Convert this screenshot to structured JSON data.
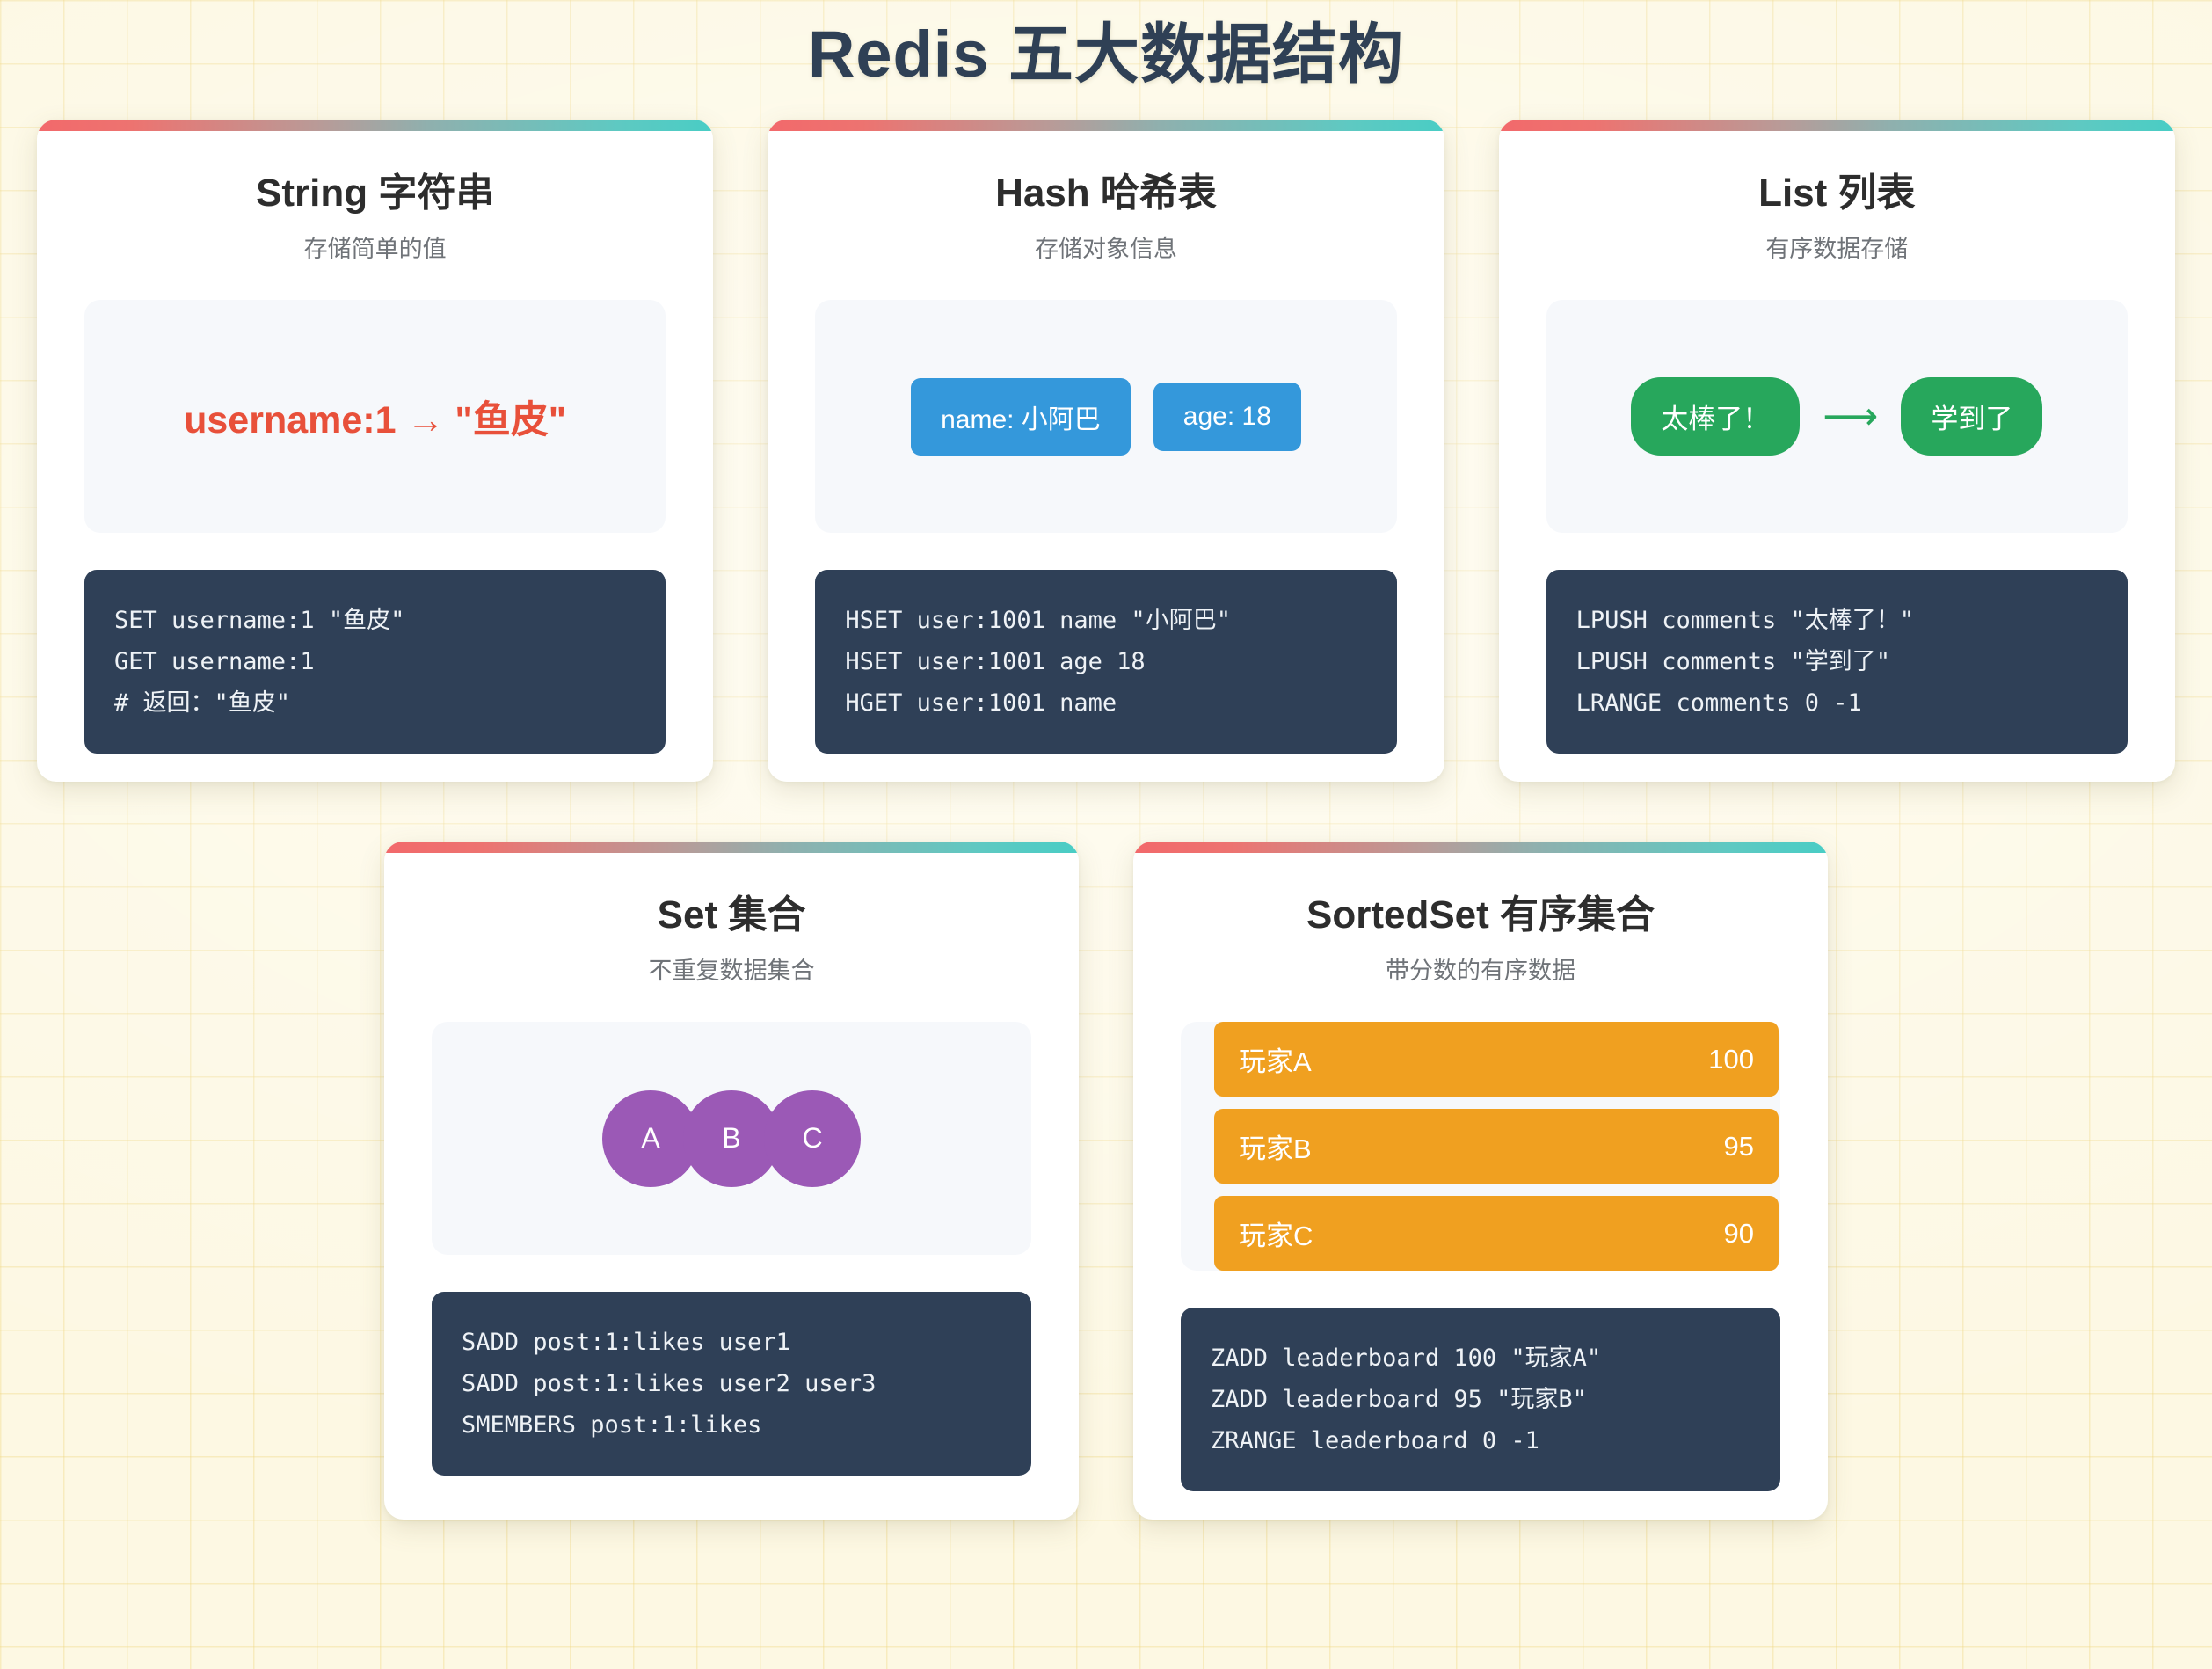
{
  "page": {
    "title": "Redis 五大数据结构",
    "accent_start": "#f2696b",
    "accent_end": "#4ecdc4",
    "background": "#fdf8e3",
    "code_bg": "#2f4057",
    "demo_bg": "#f6f8fb"
  },
  "cards": [
    {
      "id": "string",
      "title": "String 字符串",
      "subtitle": "存储简单的值",
      "demo": {
        "type": "expression",
        "color": "#e8503a",
        "text": "username:1 → \"鱼皮\""
      },
      "code": [
        "SET username:1 \"鱼皮\"",
        "GET username:1",
        "# 返回：\"鱼皮\""
      ]
    },
    {
      "id": "hash",
      "title": "Hash 哈希表",
      "subtitle": "存储对象信息",
      "demo": {
        "type": "pills",
        "color": "#3498db",
        "items": [
          "name: 小阿巴",
          "age: 18"
        ]
      },
      "code": [
        "HSET user:1001 name \"小阿巴\"",
        "HSET user:1001 age 18",
        "HGET user:1001 name"
      ]
    },
    {
      "id": "list",
      "title": "List 列表",
      "subtitle": "有序数据存储",
      "demo": {
        "type": "sequence",
        "color": "#27a75c",
        "items": [
          "太棒了！",
          "学到了"
        ],
        "connector": "⟶"
      },
      "code": [
        "LPUSH comments \"太棒了！\"",
        "LPUSH comments \"学到了\"",
        "LRANGE comments 0 -1"
      ]
    },
    {
      "id": "set",
      "title": "Set 集合",
      "subtitle": "不重复数据集合",
      "demo": {
        "type": "circles",
        "color": "#9b59b6",
        "items": [
          "A",
          "B",
          "C"
        ]
      },
      "code": [
        "SADD post:1:likes user1",
        "SADD post:1:likes user2 user3",
        "SMEMBERS post:1:likes"
      ]
    },
    {
      "id": "sortedset",
      "title": "SortedSet 有序集合",
      "subtitle": "带分数的有序数据",
      "demo": {
        "type": "score-bars",
        "color": "#f0a020",
        "rows": [
          {
            "name": "玩家A",
            "score": "100"
          },
          {
            "name": "玩家B",
            "score": "95"
          },
          {
            "name": "玩家C",
            "score": "90"
          }
        ]
      },
      "code": [
        "ZADD leaderboard 100 \"玩家A\"",
        "ZADD leaderboard 95 \"玩家B\"",
        "ZRANGE leaderboard 0 -1"
      ]
    }
  ]
}
